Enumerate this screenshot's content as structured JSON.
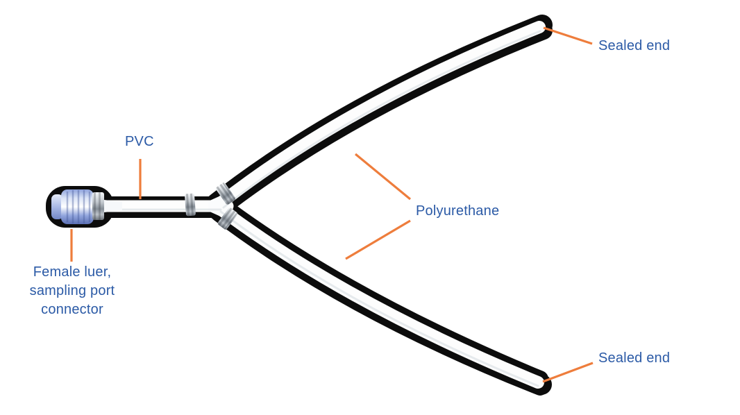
{
  "diagram": {
    "labels": {
      "sealed_end_top": "Sealed end",
      "pvc": "PVC",
      "polyurethane": "Polyurethane",
      "female_luer_line1": "Female luer,",
      "female_luer_line2": "sampling port",
      "female_luer_line3": "connector",
      "sealed_end_bottom": "Sealed end"
    },
    "colors": {
      "background": "#ffffff",
      "label_text": "#2b5aa6",
      "leader_line": "#ee7d3c",
      "tube_outline_shadow": "#0c0c0c",
      "tube_fill": "#fdfdfd",
      "tube_inner_shading": "#e3e8eb",
      "metal_ring": "#aab1b9",
      "luer_connector_blue": "#7d92d3"
    }
  }
}
